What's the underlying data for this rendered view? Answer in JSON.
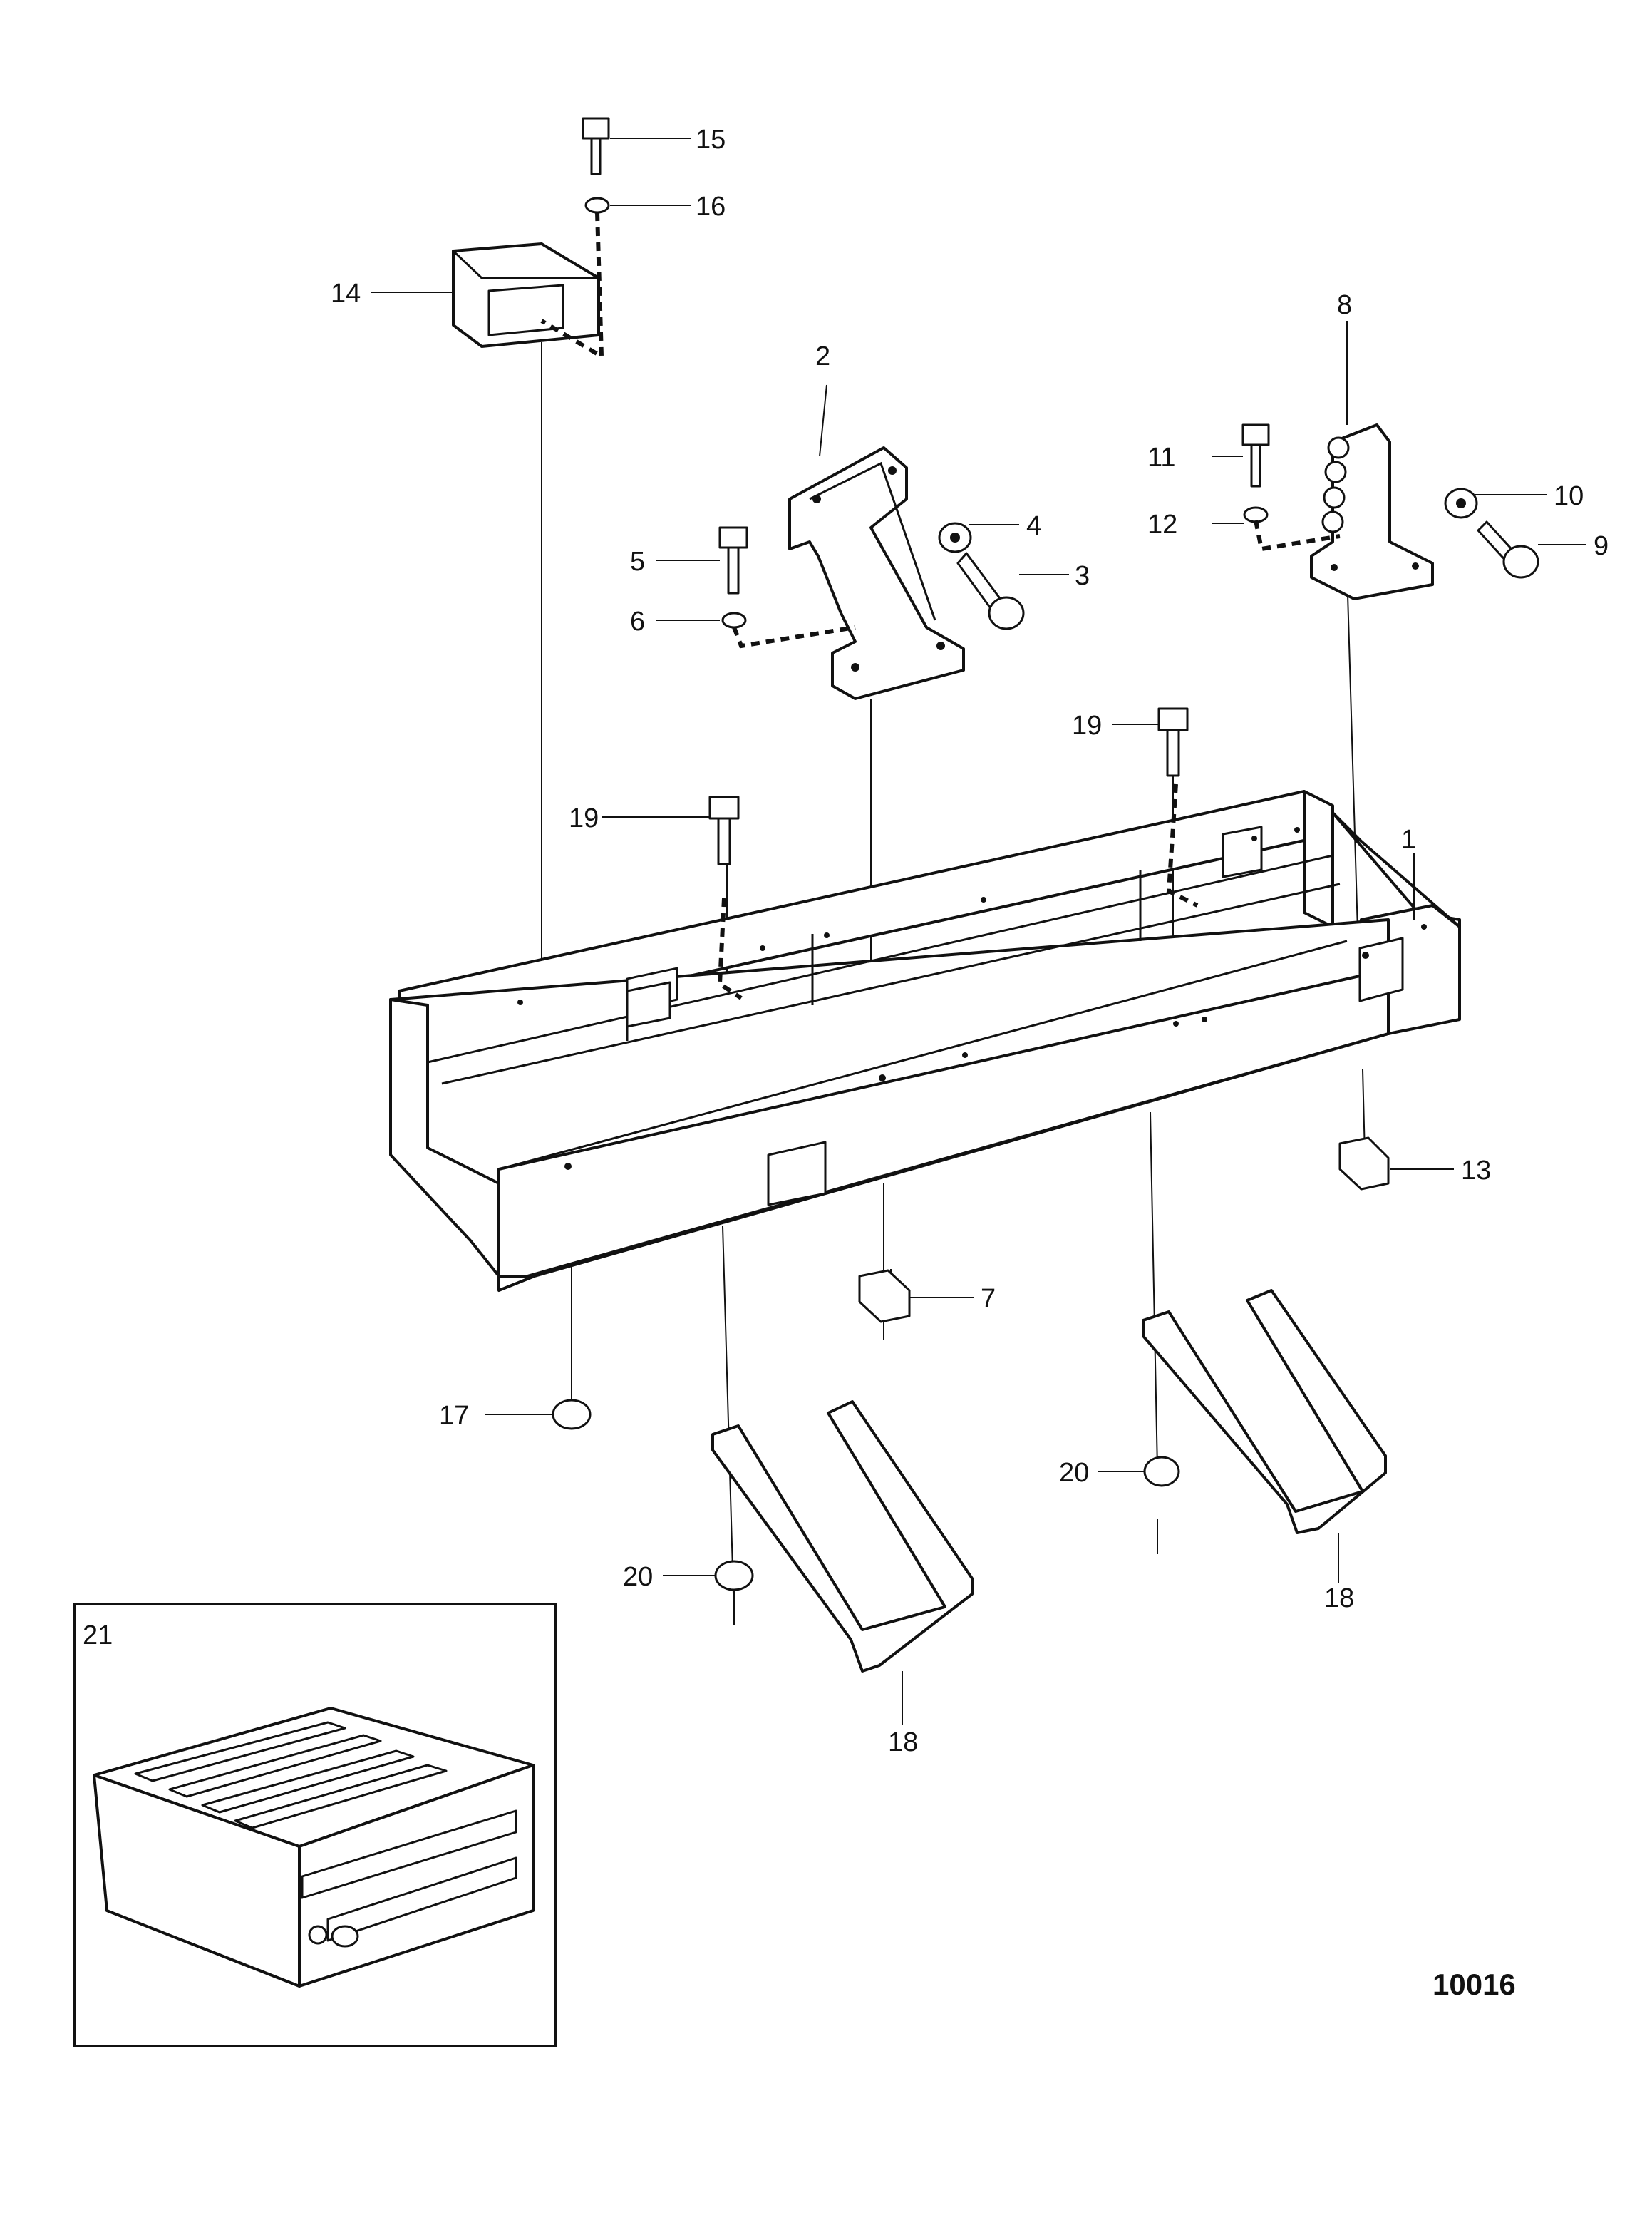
{
  "callouts": {
    "n1": "1",
    "n2": "2",
    "n3": "3",
    "n4": "4",
    "n5": "5",
    "n6": "6",
    "n7": "7",
    "n8": "8",
    "n9": "9",
    "n10": "10",
    "n11": "11",
    "n12": "12",
    "n13": "13",
    "n14": "14",
    "n15": "15",
    "n16": "16",
    "n17": "17",
    "n18a": "18",
    "n18b": "18",
    "n19a": "19",
    "n19b": "19",
    "n20a": "20",
    "n20b": "20",
    "n21": "21"
  },
  "figure_number": "10016"
}
